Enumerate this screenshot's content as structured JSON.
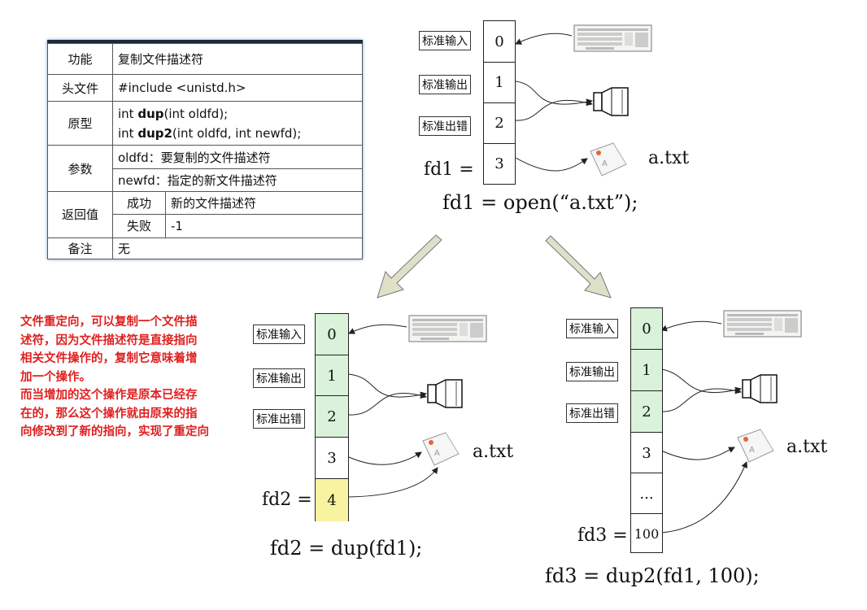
{
  "api_table": {
    "rows": [
      {
        "key": "功能",
        "value": "复制文件描述符"
      },
      {
        "key": "头文件",
        "value": "#include <unistd.h>"
      },
      {
        "key": "原型",
        "proto1_pre": "int ",
        "proto1_fn": "dup",
        "proto1_post": "(int oldfd);",
        "proto2_pre": "int ",
        "proto2_fn": "dup2",
        "proto2_post": "(int oldfd, int newfd);"
      },
      {
        "key": "参数",
        "param1": "oldfd：要复制的文件描述符",
        "param2": "newfd：指定的新文件描述符"
      },
      {
        "key": "返回值",
        "success_label": "成功",
        "success_value": "新的文件描述符",
        "fail_label": "失败",
        "fail_value": "-1"
      },
      {
        "key": "备注",
        "value": "无"
      }
    ]
  },
  "labels": {
    "stdin": "标准输入",
    "stdout": "标准输出",
    "stderr": "标准出错",
    "file": "a.txt"
  },
  "diagram_top": {
    "cells": [
      "0",
      "1",
      "2",
      "3"
    ],
    "fd_label": "fd1 =",
    "caption": "fd1 = open(“a.txt”);"
  },
  "diagram_left": {
    "cells": [
      "0",
      "1",
      "2",
      "3",
      "4"
    ],
    "fd_label": "fd2 =",
    "caption": "fd2 = dup(fd1);"
  },
  "diagram_right": {
    "cells": [
      "0",
      "1",
      "2",
      "3",
      "...",
      "100"
    ],
    "fd_label": "fd3 =",
    "caption": "fd3 = dup2(fd1, 100);"
  },
  "note_lines": [
    "文件重定向，可以复制一个文件描",
    "述符，因为文件描述符是直接指向",
    "相关文件操作的，复制它意味着增",
    "加一个操作。",
    "而当增加的这个操作是原本已经存",
    "在的，那么这个操作就由原来的指",
    "向修改到了新的指向，实现了重定向"
  ],
  "colors": {
    "note": "#e02020",
    "green": "#d9f2d9",
    "yellow": "#f7f3a1",
    "arrow_fill": "#dfe0c8",
    "table_top": "#1e2a3a"
  }
}
